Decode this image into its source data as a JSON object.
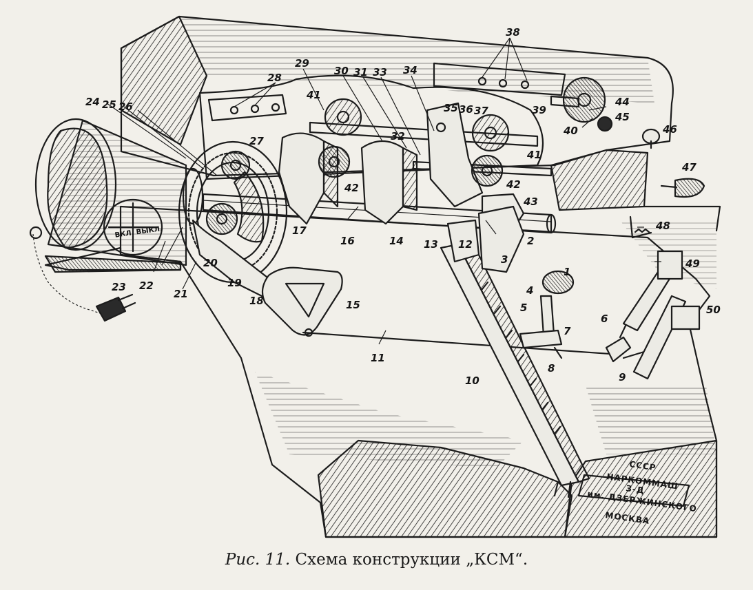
{
  "caption": {
    "figure": "Рис. 11.",
    "text": "Схема конструкции „КСМ“."
  },
  "plate": {
    "line1": "СССР",
    "line2": "НАРКОММАШ",
    "line3": "З-Д",
    "line4": "им. ДЗЕРЖИНСКОГО",
    "line5": "МОСКВА"
  },
  "switch_label": "ВКЛ. ВЫКЛ.",
  "part_labels": [
    "1",
    "2",
    "3",
    "4",
    "5",
    "6",
    "7",
    "8",
    "9",
    "10",
    "11",
    "12",
    "13",
    "14",
    "15",
    "16",
    "17",
    "18",
    "19",
    "20",
    "21",
    "22",
    "23",
    "24",
    "25",
    "26",
    "27",
    "28",
    "29",
    "30",
    "31",
    "32",
    "33",
    "34",
    "35",
    "36",
    "37",
    "38",
    "39",
    "40",
    "41",
    "41",
    "42",
    "42",
    "43",
    "44",
    "45",
    "46",
    "47",
    "48",
    "49",
    "50"
  ],
  "colors": {
    "ink": "#1c1c1c",
    "paper": "#f2f0ea"
  }
}
